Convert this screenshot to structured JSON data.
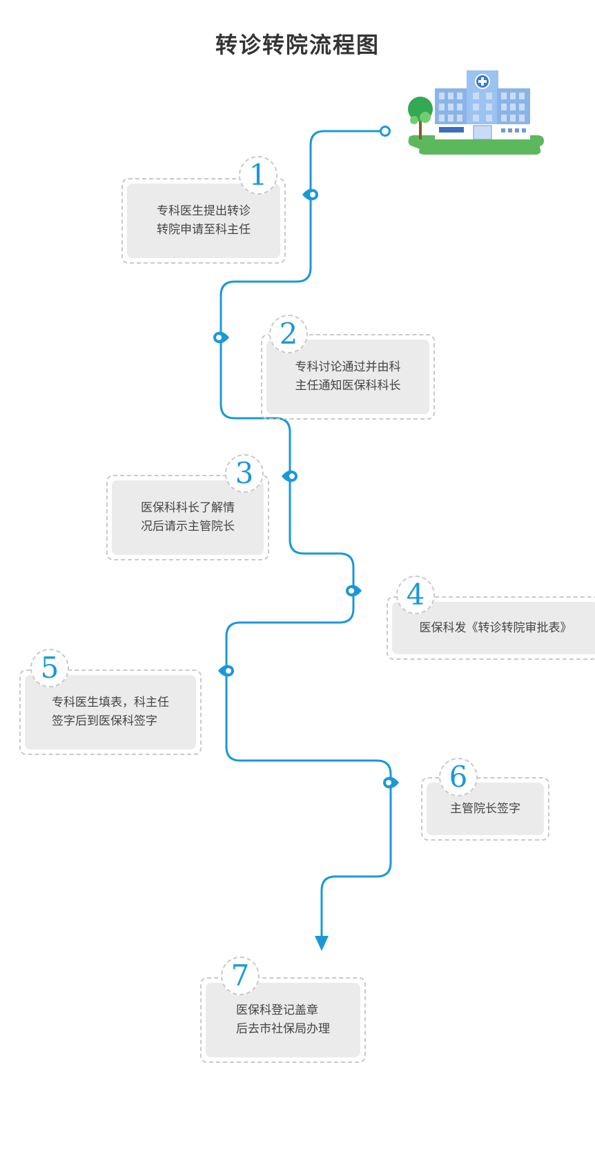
{
  "title": "转诊转院流程图",
  "colors": {
    "accent": "#1a98d8",
    "card_bg": "#ecebeb",
    "card_border": "#c9c9c9",
    "text": "#444444",
    "title": "#333333",
    "grass": "#5cb85c",
    "building": "#8ab4e8"
  },
  "illustration": "hospital-building",
  "steps": [
    {
      "number": "1",
      "text": "专科医生提出转诊\n转院申请至科主任"
    },
    {
      "number": "2",
      "text": "专科讨论通过并由科\n主任通知医保科科长"
    },
    {
      "number": "3",
      "text": "医保科科长了解情\n况后请示主管院长"
    },
    {
      "number": "4",
      "text": "医保科发《转诊转院审批表》"
    },
    {
      "number": "5",
      "text": "专科医生填表，科主任\n签字后到医保科签字"
    },
    {
      "number": "6",
      "text": "主管院长签字"
    },
    {
      "number": "7",
      "text": "医保科登记盖章\n后去市社保局办理"
    }
  ]
}
